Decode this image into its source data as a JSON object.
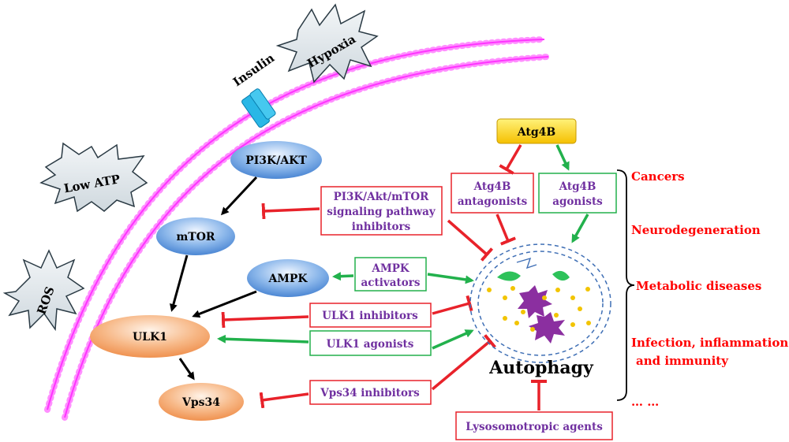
{
  "stimuli": {
    "insulin": "Insulin",
    "hypoxia": "Hypoxia",
    "low_atp": "Low ATP",
    "ros": "ROS"
  },
  "pathway": {
    "pi3k_akt": "PI3K/AKT",
    "mtor": "mTOR",
    "ampk": "AMPK",
    "ulk1": "ULK1",
    "vps34": "Vps34"
  },
  "modulators": {
    "pi3k_inhibitors": [
      "PI3K/Akt/mTOR",
      "signaling pathway",
      "inhibitors"
    ],
    "ampk_activators": [
      "AMPK",
      "activators"
    ],
    "ulk1_inhibitors": "ULK1 inhibitors",
    "ulk1_agonists": "ULK1 agonists",
    "vps34_inhibitors": "Vps34 inhibitors",
    "lysosomotropic": "Lysosomotropic agents",
    "atg4b": "Atg4B",
    "atg4b_antagonists": [
      "Atg4B",
      "antagonists"
    ],
    "atg4b_agonists": [
      "Atg4B",
      "agonists"
    ]
  },
  "autophagy_label": "Autophagy",
  "diseases": [
    "Cancers",
    "Neurodegeneration",
    "Metabolic diseases",
    "Infection, inflammation",
    "and immunity",
    "… …"
  ],
  "colors": {
    "activation": "#22b14c",
    "inhibition": "#e8222a",
    "modulator_text": "#7030a0",
    "disease_text": "#ff0000",
    "membrane": "#ff33ff",
    "blue_node": "#4a86d4",
    "orange_node": "#f39a5a",
    "atg4b_box": "#ffd21a"
  }
}
